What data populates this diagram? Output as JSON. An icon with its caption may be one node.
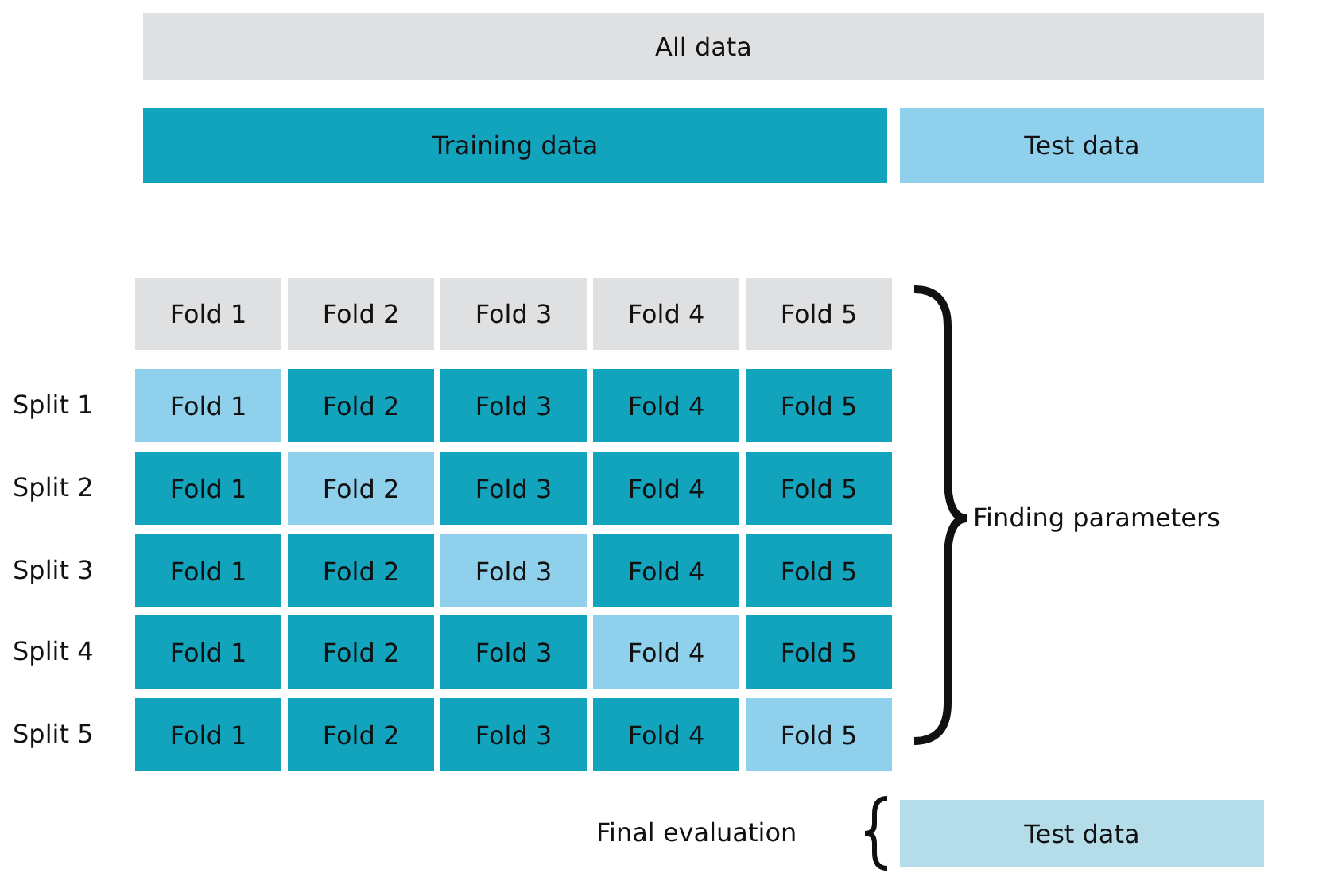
{
  "diagram": {
    "nodes": [
      {
        "text": [
          "All data"
        ]
      },
      {
        "text": [
          "Training data"
        ]
      },
      {
        "text": [
          "Test data"
        ]
      },
      {
        "text": [
          "Fold 1"
        ]
      },
      {
        "text": [
          "Fold 2"
        ]
      },
      {
        "text": [
          "Fold 3"
        ]
      },
      {
        "text": [
          "Fold 4"
        ]
      },
      {
        "text": [
          "Fold 5"
        ]
      },
      {
        "text": [
          "Fold 1"
        ]
      },
      {
        "text": [
          "Fold 2"
        ]
      },
      {
        "text": [
          "Fold 3"
        ]
      },
      {
        "text": [
          "Fold 4"
        ]
      },
      {
        "text": [
          "Fold 5"
        ]
      },
      {
        "text": [
          "Fold 1"
        ]
      },
      {
        "text": [
          "Fold 2"
        ]
      },
      {
        "text": [
          "Fold 3"
        ]
      },
      {
        "text": [
          "Fold 4"
        ]
      },
      {
        "text": [
          "Fold 5"
        ]
      },
      {
        "text": [
          "Fold 1"
        ]
      },
      {
        "text": [
          "Fold 2"
        ]
      },
      {
        "text": [
          "Fold 3"
        ]
      },
      {
        "text": [
          "Fold 4"
        ]
      },
      {
        "text": [
          "Fold 5"
        ]
      },
      {
        "text": [
          "Fold 1"
        ]
      },
      {
        "text": [
          "Fold 2"
        ]
      },
      {
        "text": [
          "Fold 3"
        ]
      },
      {
        "text": [
          "Fold 4"
        ]
      },
      {
        "text": [
          "Fold 5"
        ]
      },
      {
        "text": [
          "Fold 1"
        ]
      },
      {
        "text": [
          "Fold 2"
        ]
      },
      {
        "text": [
          "Fold 3"
        ]
      },
      {
        "text": [
          "Fold 4"
        ]
      },
      {
        "text": [
          "Fold 5"
        ]
      },
      {
        "text": [
          "Test data"
        ]
      }
    ],
    "edges": [],
    "labels": [
      "Split 1",
      "Split 2",
      "Split 3",
      "Split 4",
      "Split 5",
      "Finding parameters",
      "Final evaluation"
    ]
  }
}
